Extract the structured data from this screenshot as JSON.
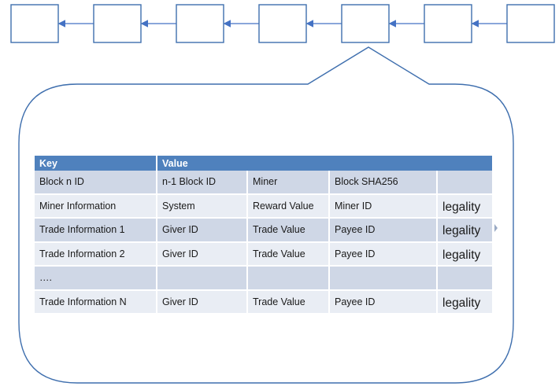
{
  "chain": {
    "block_count": 7,
    "expanded_block_index": 4,
    "arrow_direction": "right-to-left",
    "stroke_color": "#3f6fae",
    "arrow_color": "#4472c4"
  },
  "callout": {
    "stroke_color": "#3f6fae"
  },
  "table": {
    "header_color": "#4f81bd",
    "row_color_a": "#cfd7e6",
    "row_color_b": "#e9edf4",
    "headers": [
      "Key",
      "Value"
    ],
    "rows": [
      [
        "Block n ID",
        "n-1 Block ID",
        "Miner",
        "Block SHA256",
        ""
      ],
      [
        "Miner Information",
        "System",
        "Reward Value",
        "Miner ID",
        "legality"
      ],
      [
        "Trade Information 1",
        "Giver ID",
        "Trade Value",
        "Payee ID",
        "legality"
      ],
      [
        "Trade Information 2",
        "Giver ID",
        "Trade Value",
        "Payee ID",
        "legality"
      ],
      [
        "….",
        "",
        "",
        "",
        ""
      ],
      [
        "Trade Information N",
        "Giver ID",
        "Trade Value",
        "Payee ID",
        "legality"
      ]
    ]
  }
}
